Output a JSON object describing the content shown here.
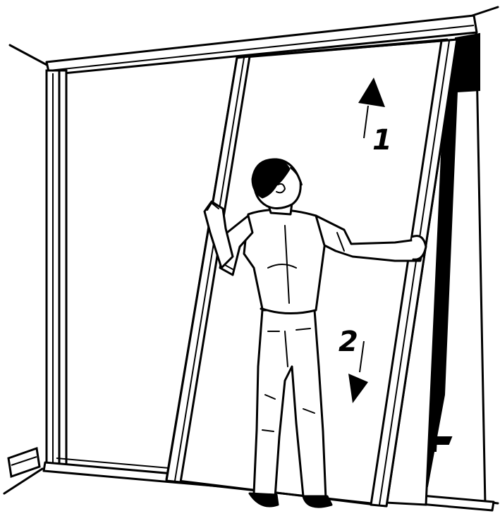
{
  "steps": [
    {
      "label": "1",
      "direction": "up"
    },
    {
      "label": "2",
      "direction": "down"
    }
  ],
  "colors": {
    "ink": "#000000",
    "paper": "#ffffff"
  }
}
